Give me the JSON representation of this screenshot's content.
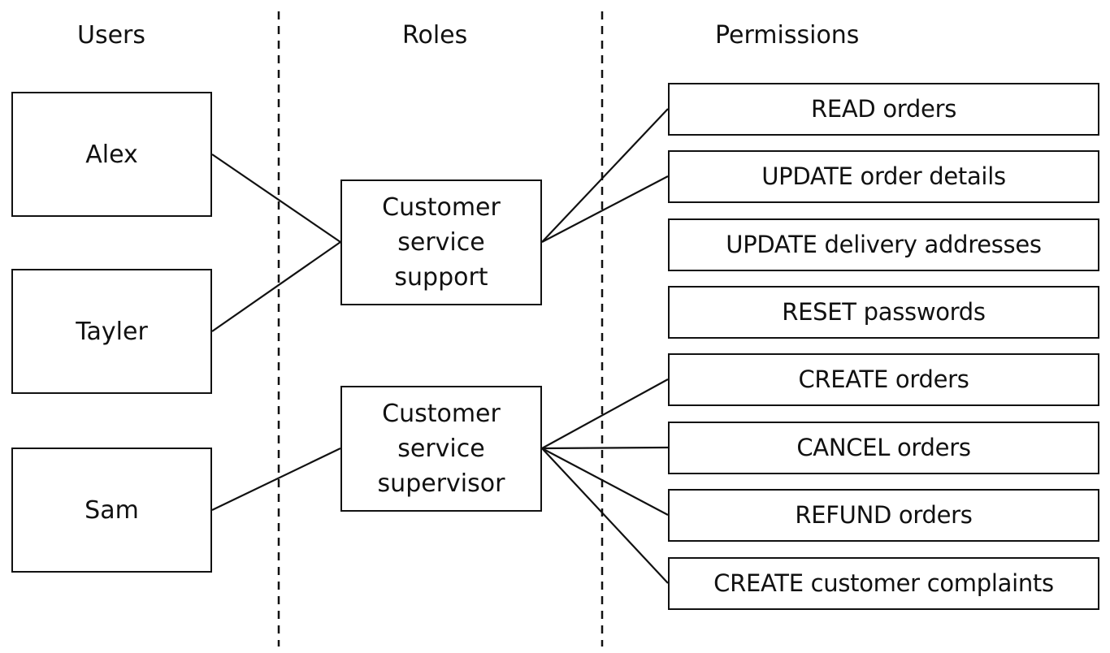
{
  "headers": {
    "users": "Users",
    "roles": "Roles",
    "permissions": "Permissions"
  },
  "users": [
    "Alex",
    "Tayler",
    "Sam"
  ],
  "roles": [
    "Customer\nservice\nsupport",
    "Customer\nservice\nsupervisor"
  ],
  "permissions": [
    "READ orders",
    "UPDATE order details",
    "UPDATE delivery addresses",
    "RESET passwords",
    "CREATE orders",
    "CANCEL orders",
    "REFUND orders",
    "CREATE customer complaints"
  ],
  "links": {
    "user_role": [
      [
        0,
        0
      ],
      [
        1,
        0
      ],
      [
        2,
        1
      ]
    ],
    "role_permission": [
      [
        0,
        0
      ],
      [
        0,
        1
      ],
      [
        1,
        4
      ],
      [
        1,
        5
      ],
      [
        1,
        6
      ],
      [
        1,
        7
      ]
    ]
  },
  "colors": {
    "stroke": "#111111",
    "background": "#ffffff"
  }
}
